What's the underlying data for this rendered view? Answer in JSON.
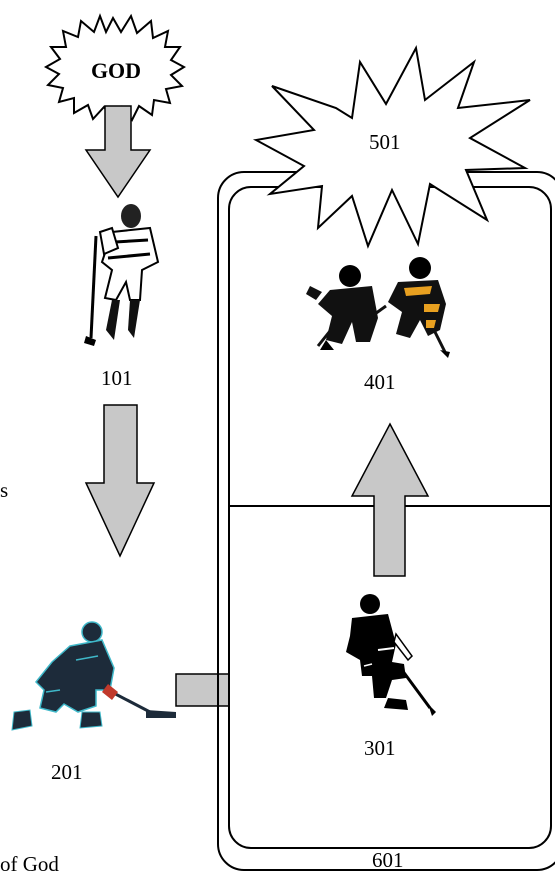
{
  "labels": {
    "god": "GOD",
    "n101": "101",
    "n201": "201",
    "n301": "301",
    "n401": "401",
    "n501": "501",
    "n601": "601",
    "partial_left": "s",
    "partial_bottom": "of God"
  },
  "colors": {
    "arrow_fill": "#c8c8c8",
    "outline": "#000000",
    "player_201_fill": "#1d2b3a",
    "player_201_trim": "#3fb8c9",
    "player_401_accent": "#e8a020"
  },
  "icons": {
    "player_101": "hockey-player-icon",
    "player_201": "hockey-player-icon",
    "player_301": "hockey-player-icon",
    "players_401": "hockey-players-battle-icon"
  }
}
